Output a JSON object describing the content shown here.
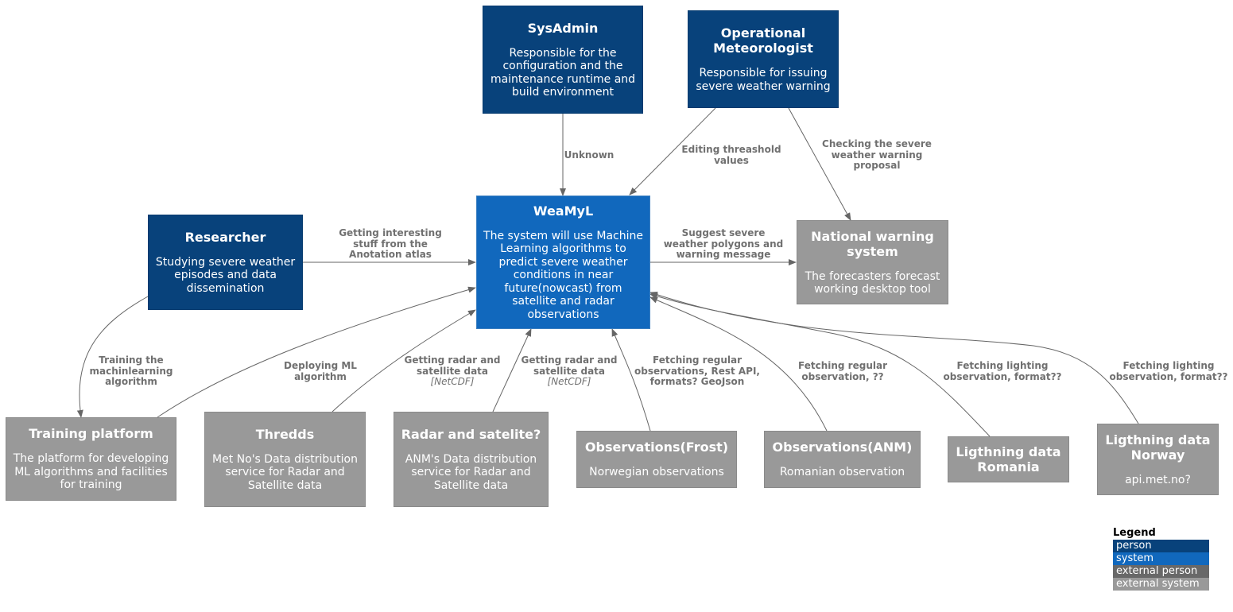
{
  "nodes": {
    "sysadmin": {
      "name": "SysAdmin",
      "desc": "Responsible for the configuration and the maintenance runtime and build environment"
    },
    "operational": {
      "name": "Operational Meteorologist",
      "desc": "Responsible for issuing severe weather warning"
    },
    "researcher": {
      "name": "Researcher",
      "desc": "Studying severe weather episodes and data dissemination"
    },
    "weamyl": {
      "name": "WeaMyL",
      "desc": "The system will use Machine Learning algorithms to predict severe weather conditions in near future(nowcast) from satellite and radar observations"
    },
    "national": {
      "name": "National warning system",
      "desc": "The forecasters forecast working desktop tool"
    },
    "training": {
      "name": "Training platform",
      "desc": "The platform for developing ML algorithms and facilities for training"
    },
    "thredds": {
      "name": "Thredds",
      "desc": "Met No's Data distribution service for Radar and Satellite data"
    },
    "radar": {
      "name": "Radar and satelite?",
      "desc": "ANM's Data distribution service for Radar and Satellite data"
    },
    "frost": {
      "name": "Observations(Frost)",
      "desc": "Norwegian observations"
    },
    "anm": {
      "name": "Observations(ANM)",
      "desc": "Romanian observation"
    },
    "lig_ro": {
      "name": "Ligthning data Romania",
      "desc": ""
    },
    "lig_no": {
      "name": "Ligthning data Norway",
      "desc": "api.met.no?"
    }
  },
  "edges": {
    "unknown": {
      "label": "Unknown"
    },
    "editing": {
      "label": "Editing threashold values"
    },
    "checking": {
      "label": "Checking the severe weather warning proposal"
    },
    "getting_stuff": {
      "label": "Getting interesting stuff from the Anotation atlas"
    },
    "suggest": {
      "label": "Suggest severe weather polygons and warning message"
    },
    "training_algo": {
      "label": "Training the machinlearning algorithm"
    },
    "deploying": {
      "label": "Deploying ML algorithm"
    },
    "radar_thredds": {
      "label": "Getting radar and satellite data",
      "tech": "[NetCDF]"
    },
    "radar_anm": {
      "label": "Getting radar and satellite data",
      "tech": "[NetCDF]"
    },
    "frost_obs": {
      "label": "Fetching regular observations, Rest API, formats? GeoJson"
    },
    "anm_obs": {
      "label": "Fetching regular observation, ??"
    },
    "lig_ro": {
      "label": "Fetching lighting observation, format??"
    },
    "lig_no": {
      "label": "Fetching lighting observation, format??"
    }
  },
  "legend": {
    "title": "Legend",
    "items": [
      {
        "label": "person",
        "color": "#08427b"
      },
      {
        "label": "system",
        "color": "#1168bd"
      },
      {
        "label": "external person",
        "color": "#686868"
      },
      {
        "label": "external system",
        "color": "#999999"
      }
    ]
  },
  "colors": {
    "person": "#08427b",
    "system": "#1168bd",
    "external": "#999999",
    "edge": "#707070"
  }
}
